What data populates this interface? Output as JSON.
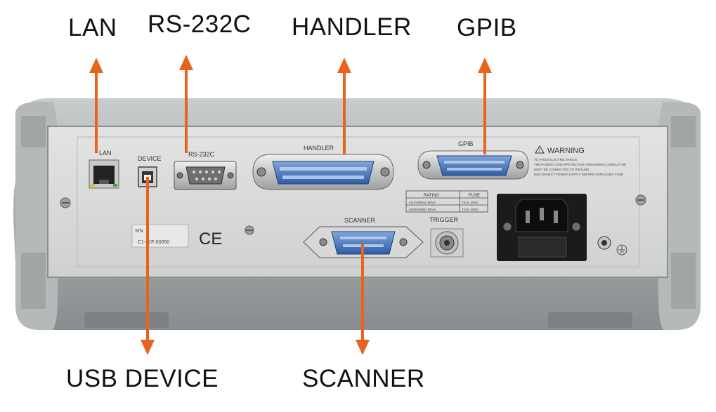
{
  "callouts": {
    "lan": "LAN",
    "rs232c": "RS-232C",
    "handler": "HANDLER",
    "gpib": "GPIB",
    "usb_device": "USB DEVICE",
    "scanner": "SCANNER"
  },
  "panel_labels": {
    "lan": "LAN",
    "device": "DEVICE",
    "rs232c": "RS-232C",
    "handler": "HANDLER",
    "gpib": "GPIB",
    "warning_title": "WARNING",
    "warning_lines": [
      "TO AVOID ELECTRIC SHOCK",
      "THE POWER CORD PROTECTIVE GROUNDING CONDUCTOR",
      "MUST BE CONNECTED TO GROUND.",
      "DISCONNECT POWER SUPPLY BEFORE REPLACING FUSE"
    ],
    "rating_header": "RATING",
    "fuse_header": "FUSE",
    "rating_rows": [
      {
        "rating": "~110V/60Hz  80VA",
        "fuse": "T4AL 250V"
      },
      {
        "rating": "~220V/50Hz  80VA",
        "fuse": "T2AL 250V"
      }
    ],
    "scanner": "SCANNER",
    "trigger": "TRIGGER",
    "sn_label": "S/N",
    "sn_value": "C1-41F-00050",
    "ce_mark": "CE"
  },
  "colors": {
    "arrow": "#e8641c",
    "panel_plate": "#d3d5d3",
    "housing": "#9a9d9e",
    "connector_blue": "#3e6fb8"
  }
}
